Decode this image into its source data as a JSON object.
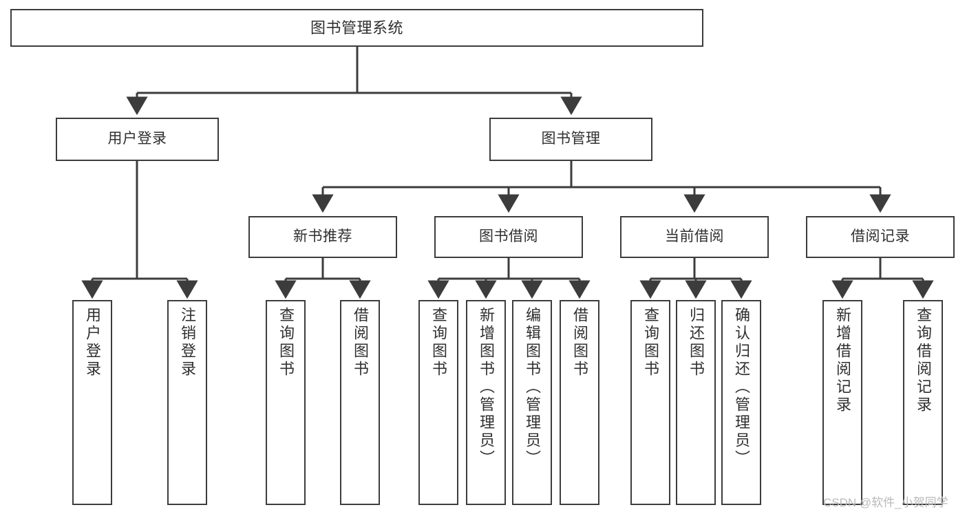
{
  "diagram": {
    "type": "tree",
    "title": "图书管理系统",
    "stroke_color": "#3c3c3c",
    "fill_color": "#ffffff",
    "text_color": "#2f2f2f",
    "background": "#ffffff"
  },
  "nodes": {
    "root": {
      "label": "图书管理系统"
    },
    "level1": [
      {
        "label": "用户登录"
      },
      {
        "label": "图书管理"
      }
    ],
    "level2": [
      {
        "label": "新书推荐"
      },
      {
        "label": "图书借阅"
      },
      {
        "label": "当前借阅"
      },
      {
        "label": "借阅记录"
      }
    ],
    "leaves": {
      "user_login": [
        {
          "label": "用户登录"
        },
        {
          "label": "注销登录"
        }
      ],
      "new_book": [
        {
          "label": "查询图书"
        },
        {
          "label": "借阅图书"
        }
      ],
      "book_borrow": [
        {
          "label": "查询图书"
        },
        {
          "label": "新增图书（管理员）"
        },
        {
          "label": "编辑图书（管理员）"
        },
        {
          "label": "借阅图书"
        }
      ],
      "current_borrow": [
        {
          "label": "查询图书"
        },
        {
          "label": "归还图书"
        },
        {
          "label": "确认归还（管理员）"
        }
      ],
      "borrow_record": [
        {
          "label": "新增借阅记录"
        },
        {
          "label": "查询借阅记录"
        }
      ]
    }
  },
  "watermark": {
    "text": "CSDN @软件_小贺同学"
  }
}
